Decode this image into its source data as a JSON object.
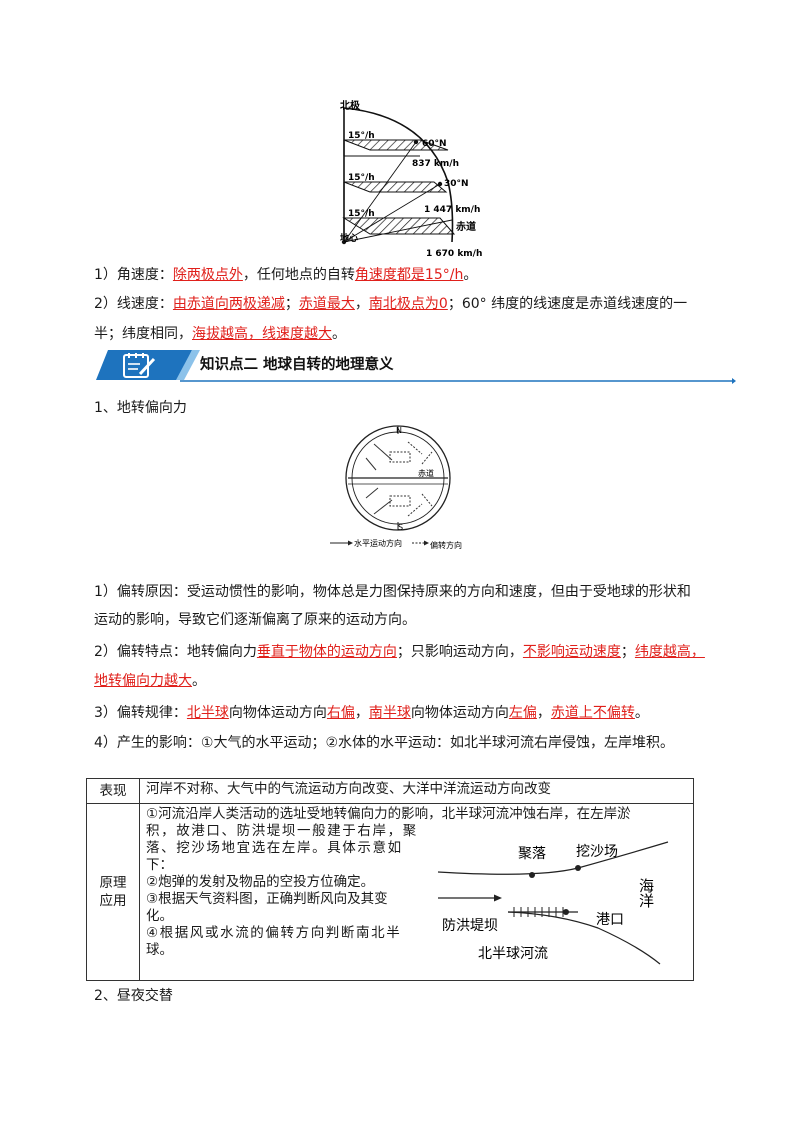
{
  "fig1": {
    "north_pole": "北极",
    "rate_top": "15°/h",
    "rate_mid": "15°/h",
    "rate_bottom": "15°/h",
    "lat_60": "60°N",
    "lat_30": "30°N",
    "equator": "赤道",
    "earth_center": "地心",
    "speed_60": "837 km/h",
    "speed_30": "1 447 km/h",
    "speed_eq": "1 670 km/h"
  },
  "p1": {
    "prefix": "1）角速度：",
    "r1": "除两极点外",
    "mid": "，任何地点的自转",
    "r2": "角速度都是15°/h",
    "end": "。"
  },
  "p2": {
    "prefix": "2）线速度：",
    "r1": "由赤道向两极递减",
    "s1": "；",
    "r2": "赤道最大",
    "s2": "，",
    "r3": "南北极点为0",
    "rest": "；60° 纬度的线速度是赤道线速度的一",
    "line2_a": "半；纬度相同，",
    "line2_r": "海拔越高，线速度越大",
    "line2_end": "。"
  },
  "section": {
    "title": "知识点二    地球自转的地理意义"
  },
  "heading1": "1、地转偏向力",
  "fig2": {
    "n": "N",
    "s": "S",
    "equator": "赤道",
    "legend_a": "水平运动方向",
    "legend_b": "偏转方向"
  },
  "cause": {
    "l1": "1）偏转原因：受运动惯性的影响，物体总是力图保持原来的方向和速度，但由于受地球的形状和",
    "l2": "运动的影响，导致它们逐渐偏离了原来的运动方向。"
  },
  "feature": {
    "prefix": "2）偏转特点：地转偏向力",
    "r1": "垂直于物体的运动方向",
    "m1": "；只影响运动方向，",
    "r2": "不影响运动速度",
    "m2": "；",
    "r3": "纬度越高，",
    "l2_r": "地转偏向力越大",
    "l2_end": "。"
  },
  "rule": {
    "prefix": "3）偏转规律：",
    "r1": "北半球",
    "m1": "向物体运动方向",
    "r2": "右偏",
    "m2": "，",
    "r3": "南半球",
    "m3": "向物体运动方向",
    "r4": "左偏",
    "m4": "，",
    "r5": "赤道上不偏转",
    "end": "。"
  },
  "impact": "4）产生的影响：①大气的水平运动；②水体的水平运动：如北半球河流右岸侵蚀，左岸堆积。",
  "table": {
    "row1_label": "表现",
    "row1_text": "河岸不对称、大气中的气流运动方向改变、大洋中洋流运动方向改变",
    "row2_label": "原理应用",
    "row2_l1": "①河流沿岸人类活动的选址受地转偏向力的影响，北半球河流冲蚀右岸，在左岸淤",
    "row2_l2": "积，故港口、防洪堤坝一般建于右岸，聚",
    "row2_l3": "落、挖沙场地宜选在左岸。具体示意如",
    "row2_l4": "下：",
    "row2_l5": "②炮弹的发射及物品的空投方位确定。",
    "row2_l6": "③根据天气资料图，正确判断风向及其变",
    "row2_l7": "化。",
    "row2_l8": "④根据风或水流的偏转方向判断南北半",
    "row2_l9": "球。",
    "sketch": {
      "village": "聚落",
      "sandpit": "挖沙场",
      "sea": "海洋",
      "dike": "防洪堤坝",
      "port": "港口",
      "river": "北半球河流"
    }
  },
  "heading2": "2、昼夜交替"
}
